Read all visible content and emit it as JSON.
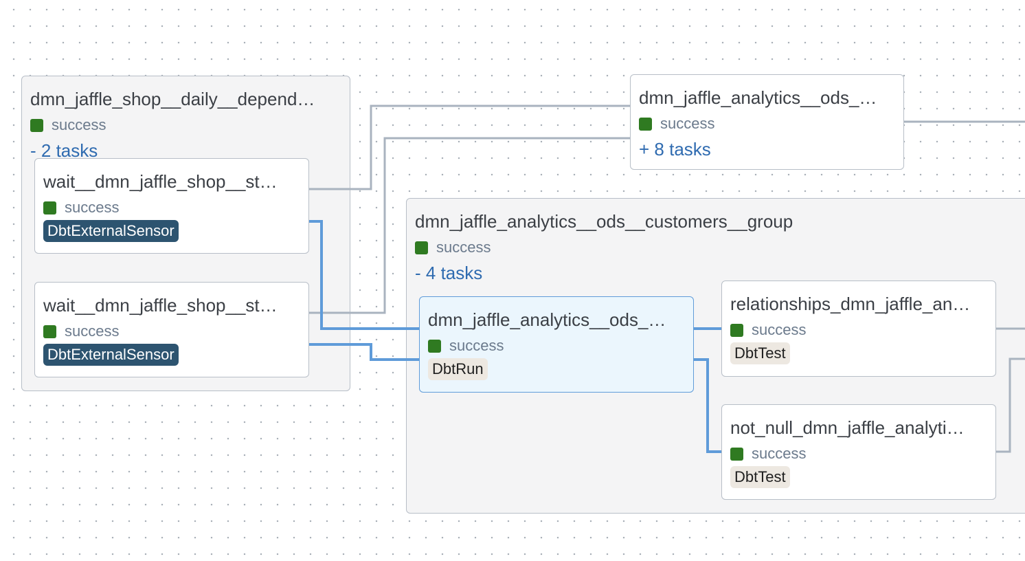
{
  "graph": {
    "groups": {
      "daily_depend": {
        "title": "dmn_jaffle_shop__daily__depend…",
        "status": "success",
        "toggle": "- 2 tasks"
      },
      "ods_collapsed": {
        "title": "dmn_jaffle_analytics__ods_…",
        "status": "success",
        "toggle": "+ 8 tasks"
      },
      "customers_group": {
        "title": "dmn_jaffle_analytics__ods__customers__group",
        "status": "success",
        "toggle": "- 4 tasks"
      }
    },
    "tasks": {
      "wait_1": {
        "title": "wait__dmn_jaffle_shop__st…",
        "status": "success",
        "operator": "DbtExternalSensor"
      },
      "wait_2": {
        "title": "wait__dmn_jaffle_shop__st…",
        "status": "success",
        "operator": "DbtExternalSensor"
      },
      "run_customers": {
        "title": "dmn_jaffle_analytics__ods_…",
        "status": "success",
        "operator": "DbtRun"
      },
      "test_relationships": {
        "title": "relationships_dmn_jaffle_an…",
        "status": "success",
        "operator": "DbtTest"
      },
      "test_not_null": {
        "title": "not_null_dmn_jaffle_analyti…",
        "status": "success",
        "operator": "DbtTest"
      }
    }
  },
  "colors": {
    "edge_default": "#a9b3bf",
    "edge_highlight": "#5f9bd9",
    "status_success": "#2f7a21",
    "toggle_link": "#2f6bb0",
    "sensor_badge": "#2d5470",
    "selected_node_bg": "#ebf6fd"
  },
  "icons": {
    "status": "status-square-icon"
  }
}
